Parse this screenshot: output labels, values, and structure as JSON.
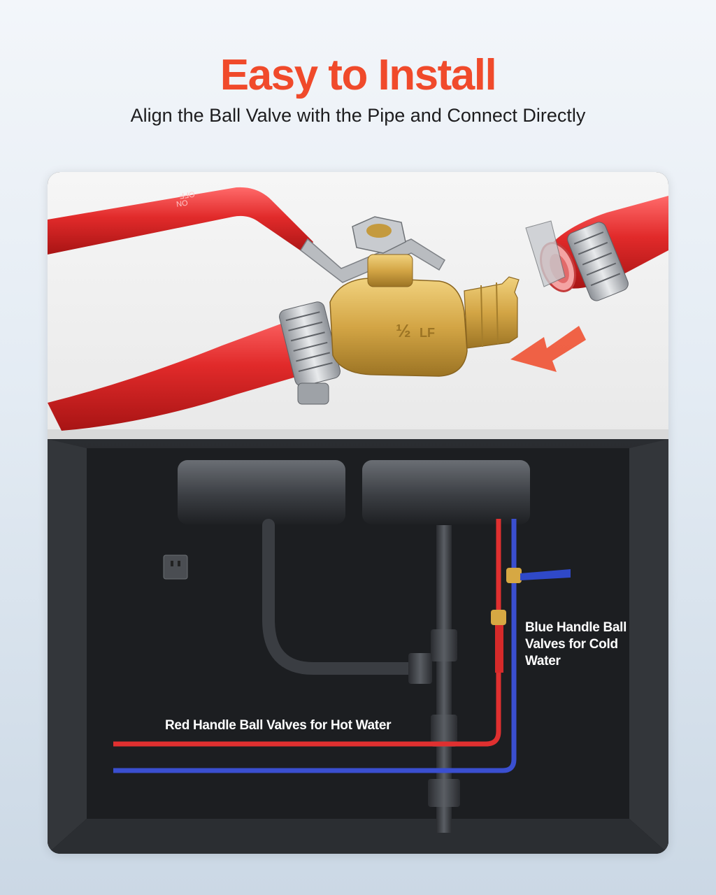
{
  "header": {
    "title": "Easy to Install",
    "subtitle": "Align the Ball Valve with the Pipe and Connect Directly"
  },
  "closeup": {
    "valve_marking": "½",
    "valve_marking_2": "LF",
    "handle_marking_on": "ON",
    "handle_marking_off": "OFF",
    "arrow_icon": "arrow-left-icon",
    "colors": {
      "pipe": "#e02b2b",
      "brass": "#d6a843",
      "arrow": "#ef5a3c"
    }
  },
  "diagram": {
    "hot_label": "Red Handle Ball Valves for Hot Water",
    "cold_label": "Blue Handle Ball Valves for Cold Water",
    "colors": {
      "hot_pipe": "#e03030",
      "cold_pipe": "#3a4fd0",
      "drain": "#3a3d42"
    }
  }
}
